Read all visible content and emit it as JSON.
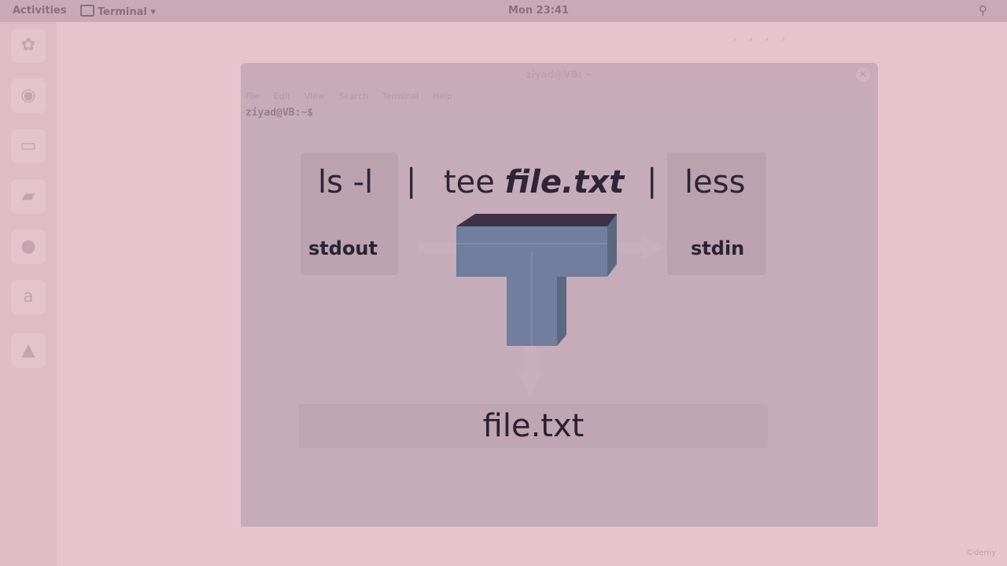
{
  "topbar": {
    "activities": "Activities",
    "app_menu": "Terminal",
    "clock": "Mon 23:41",
    "status_icon": "network-icon"
  },
  "dock": {
    "items": [
      "app-icon",
      "firefox-icon",
      "files-icon",
      "folder-icon",
      "software-icon",
      "amazon-icon",
      "settings-icon"
    ]
  },
  "terminal": {
    "title": "ziyad@VB: ~",
    "menu": [
      "File",
      "Edit",
      "View",
      "Search",
      "Terminal",
      "Help"
    ],
    "prompt": "ziyad@VB:~$"
  },
  "diagram": {
    "cmd1": "ls -l",
    "pipe": "|",
    "cmd2_prefix": "tee ",
    "cmd2_file": "file.txt",
    "cmd3": "less",
    "stdout": "stdout",
    "stdin": "stdin",
    "file": "file.txt"
  },
  "credit": "©demy",
  "colors": {
    "tee_front": "#6f7f9d",
    "tee_top": "#3f2f49",
    "text_dark": "#2e2537"
  }
}
